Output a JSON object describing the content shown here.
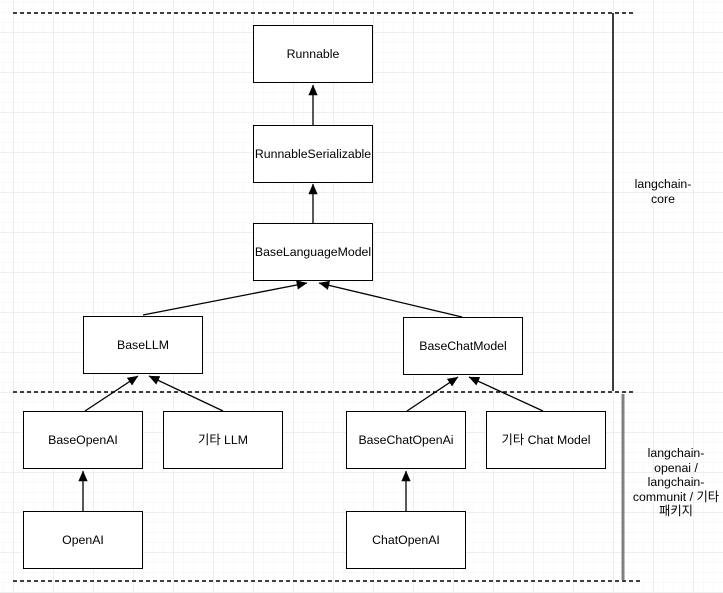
{
  "diagram": {
    "type": "class-inheritance-diagram",
    "nodes": {
      "runnable": {
        "label": "Runnable"
      },
      "runnableSerializable": {
        "label": "RunnableSerializable"
      },
      "baseLanguageModel": {
        "label": "BaseLanguageModel"
      },
      "baseLLM": {
        "label": "BaseLLM"
      },
      "baseChatModel": {
        "label": "BaseChatModel"
      },
      "baseOpenAI": {
        "label": "BaseOpenAI"
      },
      "etcLLM": {
        "label": "기타 LLM"
      },
      "baseChatOpenAi": {
        "label": "BaseChatOpenAi"
      },
      "etcChatModel": {
        "label": "기타 Chat Model"
      },
      "openAI": {
        "label": "OpenAI"
      },
      "chatOpenAI": {
        "label": "ChatOpenAI"
      }
    },
    "regions": {
      "core": {
        "label": "langchain-core"
      },
      "packages": {
        "label": "langchain-openai / langchain-communit / 기타 패키지"
      }
    },
    "edges": [
      {
        "from": "RunnableSerializable",
        "to": "Runnable"
      },
      {
        "from": "BaseLanguageModel",
        "to": "RunnableSerializable"
      },
      {
        "from": "BaseLLM",
        "to": "BaseLanguageModel"
      },
      {
        "from": "BaseChatModel",
        "to": "BaseLanguageModel"
      },
      {
        "from": "BaseOpenAI",
        "to": "BaseLLM"
      },
      {
        "from": "기타 LLM",
        "to": "BaseLLM"
      },
      {
        "from": "BaseChatOpenAi",
        "to": "BaseChatModel"
      },
      {
        "from": "기타 Chat Model",
        "to": "BaseChatModel"
      },
      {
        "from": "OpenAI",
        "to": "BaseOpenAI"
      },
      {
        "from": "ChatOpenAI",
        "to": "BaseChatOpenAi"
      }
    ],
    "colors": {
      "node_fill": "#ffffff",
      "node_border": "#000000",
      "text": "#000000",
      "edge": "#000000",
      "dashed_divider": "#000000",
      "core_bracket_line": "#000000",
      "packages_bracket_line": "#808080",
      "grid_major": "#eeeeee",
      "grid_minor": "#f9f9f9",
      "background": "#ffffff"
    }
  }
}
